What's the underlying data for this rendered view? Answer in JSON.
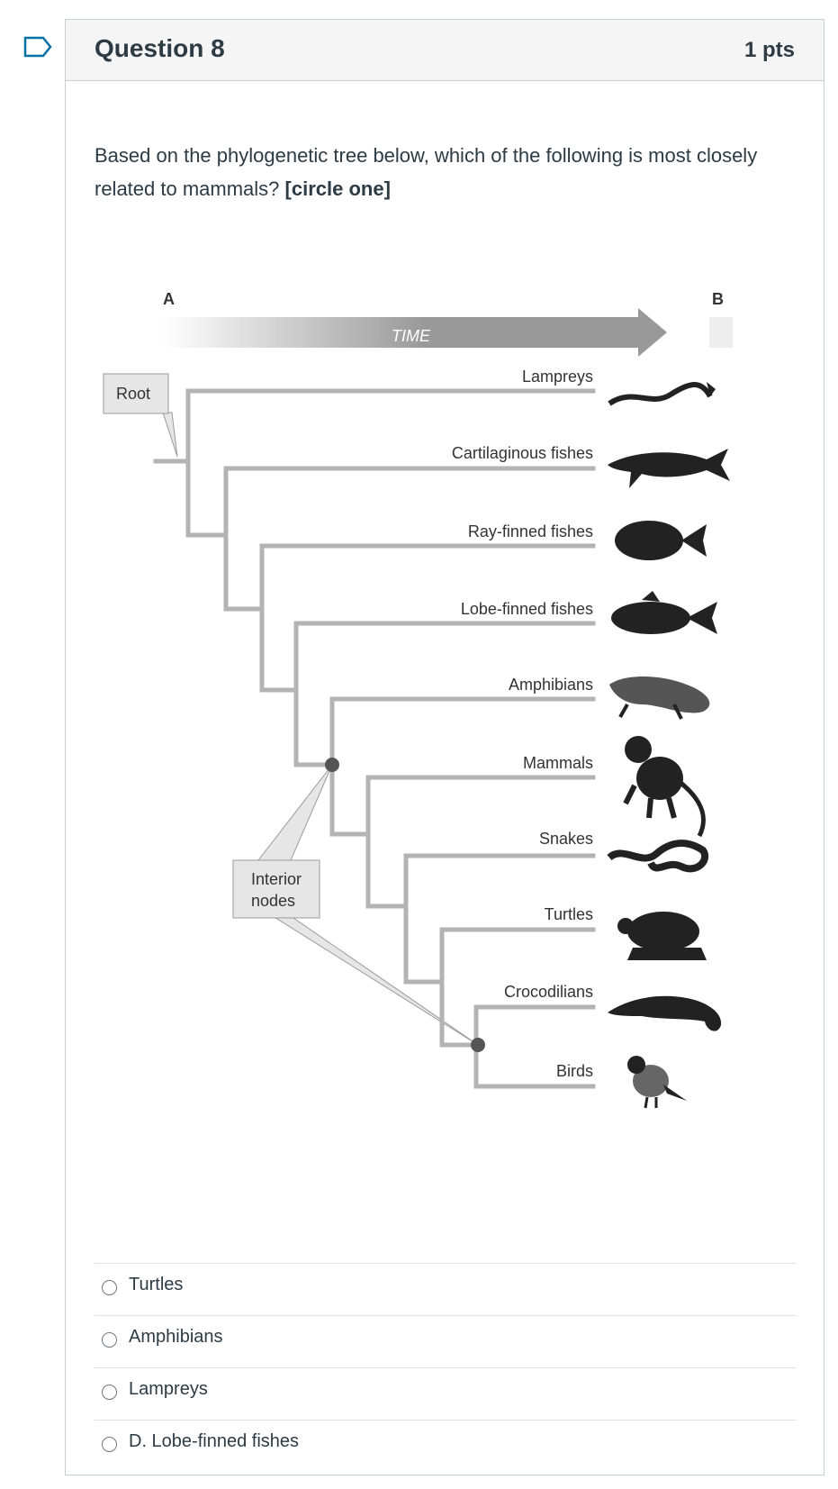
{
  "question": {
    "title": "Question 8",
    "points": "1 pts",
    "text_main": "Based on the phylogenetic tree below, which of the following is most closely related to mammals?",
    "text_bold": "[circle one]"
  },
  "figure": {
    "label_a": "A",
    "label_b": "B",
    "time_label": "TIME",
    "root_label": "Root",
    "interior_nodes_label_line1": "Interior",
    "interior_nodes_label_line2": "nodes",
    "taxa": [
      "Lampreys",
      "Cartilaginous fishes",
      "Ray-finned fishes",
      "Lobe-finned fishes",
      "Amphibians",
      "Mammals",
      "Snakes",
      "Turtles",
      "Crocodilians",
      "Birds"
    ],
    "animal_icons": [
      "lamprey-icon",
      "shark-icon",
      "fish-icon",
      "coelacanth-icon",
      "salamander-icon",
      "monkey-icon",
      "snake-icon",
      "turtle-icon",
      "crocodile-icon",
      "bird-icon"
    ],
    "branch_color": "#b3b3b3",
    "node_color": "#555555"
  },
  "answers": [
    {
      "label": "Turtles"
    },
    {
      "label": "Amphibians"
    },
    {
      "label": "Lampreys"
    },
    {
      "label": "D. Lobe-finned fishes"
    }
  ]
}
